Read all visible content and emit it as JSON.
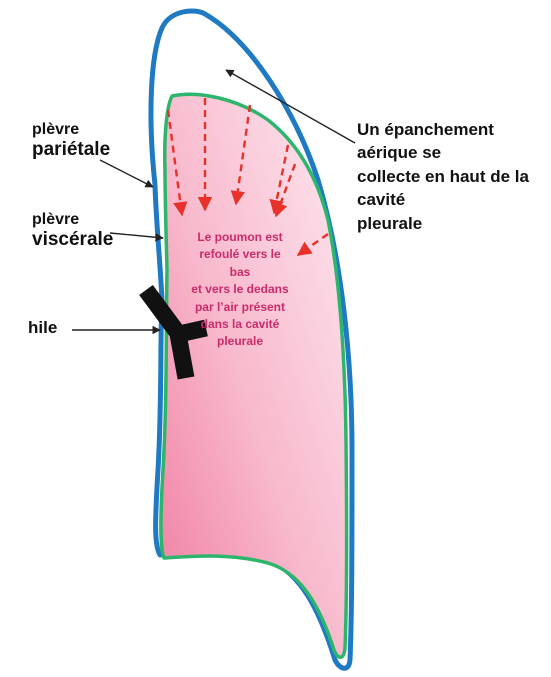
{
  "labels": {
    "parietal_line1": "plèvre",
    "parietal_line2": "pariétale",
    "visceral_line1": "plèvre",
    "visceral_line2": "viscérale",
    "hilum": "hile",
    "effusion_line1": "Un épanchement aérique se",
    "effusion_line2": "collecte en haut de la cavité",
    "effusion_line3": "pleurale",
    "lung_line1": "Le poumon est",
    "lung_line2": "refoulé vers le bas",
    "lung_line3": "et vers le dedans",
    "lung_line4": "par l’air présent",
    "lung_line5": "dans la cavité",
    "lung_line6": "pleurale"
  },
  "colors": {
    "parietal_pleura": "#1f7ac4",
    "visceral_pleura": "#2db56c",
    "lung_fill_light": "#fde6ee",
    "lung_fill_dark": "#f07b9f",
    "arrows": "#e8312a",
    "hilum": "#111111",
    "lung_text": "#cc2a6a"
  }
}
